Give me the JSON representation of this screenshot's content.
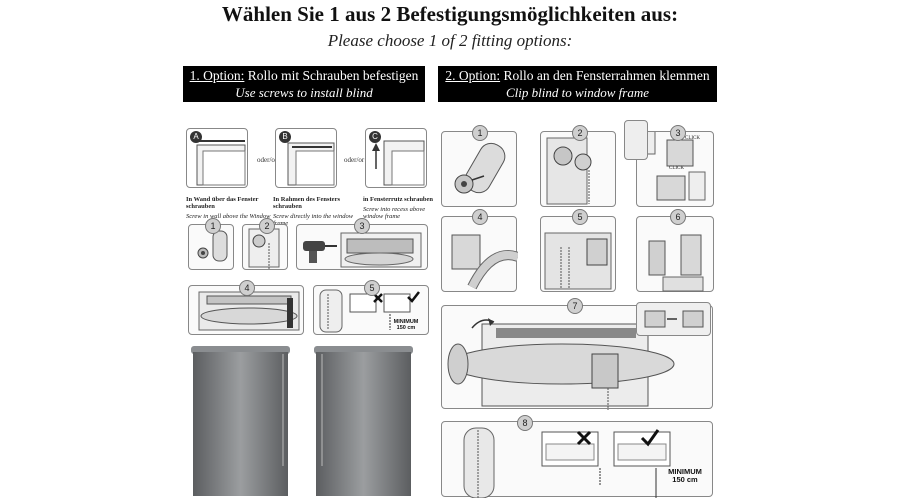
{
  "header": {
    "title": "Wählen Sie 1 aus 2 Befestigungsmöglichkeiten aus:",
    "subtitle": "Please choose 1 of 2 fitting options:"
  },
  "option1": {
    "label_prefix": "1. Option:",
    "label_de": " Rollo mit Schrauben befestigen",
    "label_en": "Use screws to install blind",
    "variants": [
      {
        "letter": "A",
        "title_de": "In Wand über das Fenster schrauben",
        "title_en": "Screw in wall above the Window"
      },
      {
        "letter": "B",
        "title_de": "In Rahmen des Fensters schrauben",
        "title_en": "Screw directly into the window frame"
      },
      {
        "letter": "C",
        "title_de": "in Fensterrutz schrauben",
        "title_en": "Screw into recess above window frame"
      }
    ],
    "oder_label": "oder/or",
    "steps": [
      "1",
      "2",
      "3",
      "4",
      "5"
    ],
    "minimum": "MINIMUM",
    "minimum_value": "150 cm"
  },
  "option2": {
    "label_prefix": "2. Option:",
    "label_de": " Rollo an den Fensterrahmen klemmen",
    "label_en": "Clip blind to window frame",
    "steps": [
      "1",
      "2",
      "3",
      "4",
      "5",
      "6",
      "7",
      "8"
    ],
    "click_label": "CLICK",
    "minimum": "MINIMUM",
    "minimum_value": "150 cm"
  },
  "colors": {
    "banner": "#000000",
    "blind_fabric": "#7a7d80",
    "panel_border": "#888888"
  },
  "icons": [
    "cross-mark-icon",
    "check-mark-icon",
    "arrow-icon",
    "screwdriver-icon",
    "drill-icon"
  ]
}
